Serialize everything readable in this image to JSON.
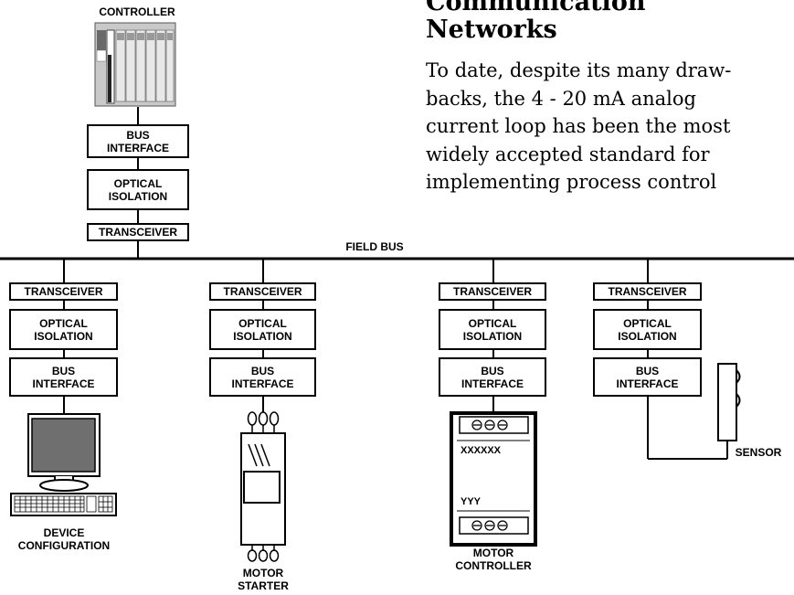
{
  "article": {
    "heading": "Communication\nNetworks",
    "paragraph_lines": [
      "To date, despite its many draw-",
      "backs, the 4 - 20 mA analog",
      "current loop has been the most",
      "widely accepted standard for",
      "implementing process control"
    ]
  },
  "diagram": {
    "controller_label": "CONTROLLER",
    "controller_stack": {
      "bus_interface": "BUS\nINTERFACE",
      "optical_isolation": "OPTICAL\nISOLATION",
      "transceiver": "TRANSCEIVER"
    },
    "field_bus_label": "FIELD BUS",
    "nodes": [
      {
        "transceiver": "TRANSCEIVER",
        "optical_isolation": "OPTICAL\nISOLATION",
        "bus_interface": "BUS\nINTERFACE",
        "device_label": "DEVICE\nCONFIGURATION"
      },
      {
        "transceiver": "TRANSCEIVER",
        "optical_isolation": "OPTICAL\nISOLATION",
        "bus_interface": "BUS\nINTERFACE",
        "device_label": "MOTOR\nSTARTER"
      },
      {
        "transceiver": "TRANSCEIVER",
        "optical_isolation": "OPTICAL\nISOLATION",
        "bus_interface": "BUS\nINTERFACE",
        "device_label": "MOTOR\nCONTROLLER"
      },
      {
        "transceiver": "TRANSCEIVER",
        "optical_isolation": "OPTICAL\nISOLATION",
        "bus_interface": "BUS\nINTERFACE",
        "device_label": "SENSOR"
      }
    ],
    "motor_controller_text_top": "XXXXXX",
    "motor_controller_text_bottom": "YYY"
  }
}
